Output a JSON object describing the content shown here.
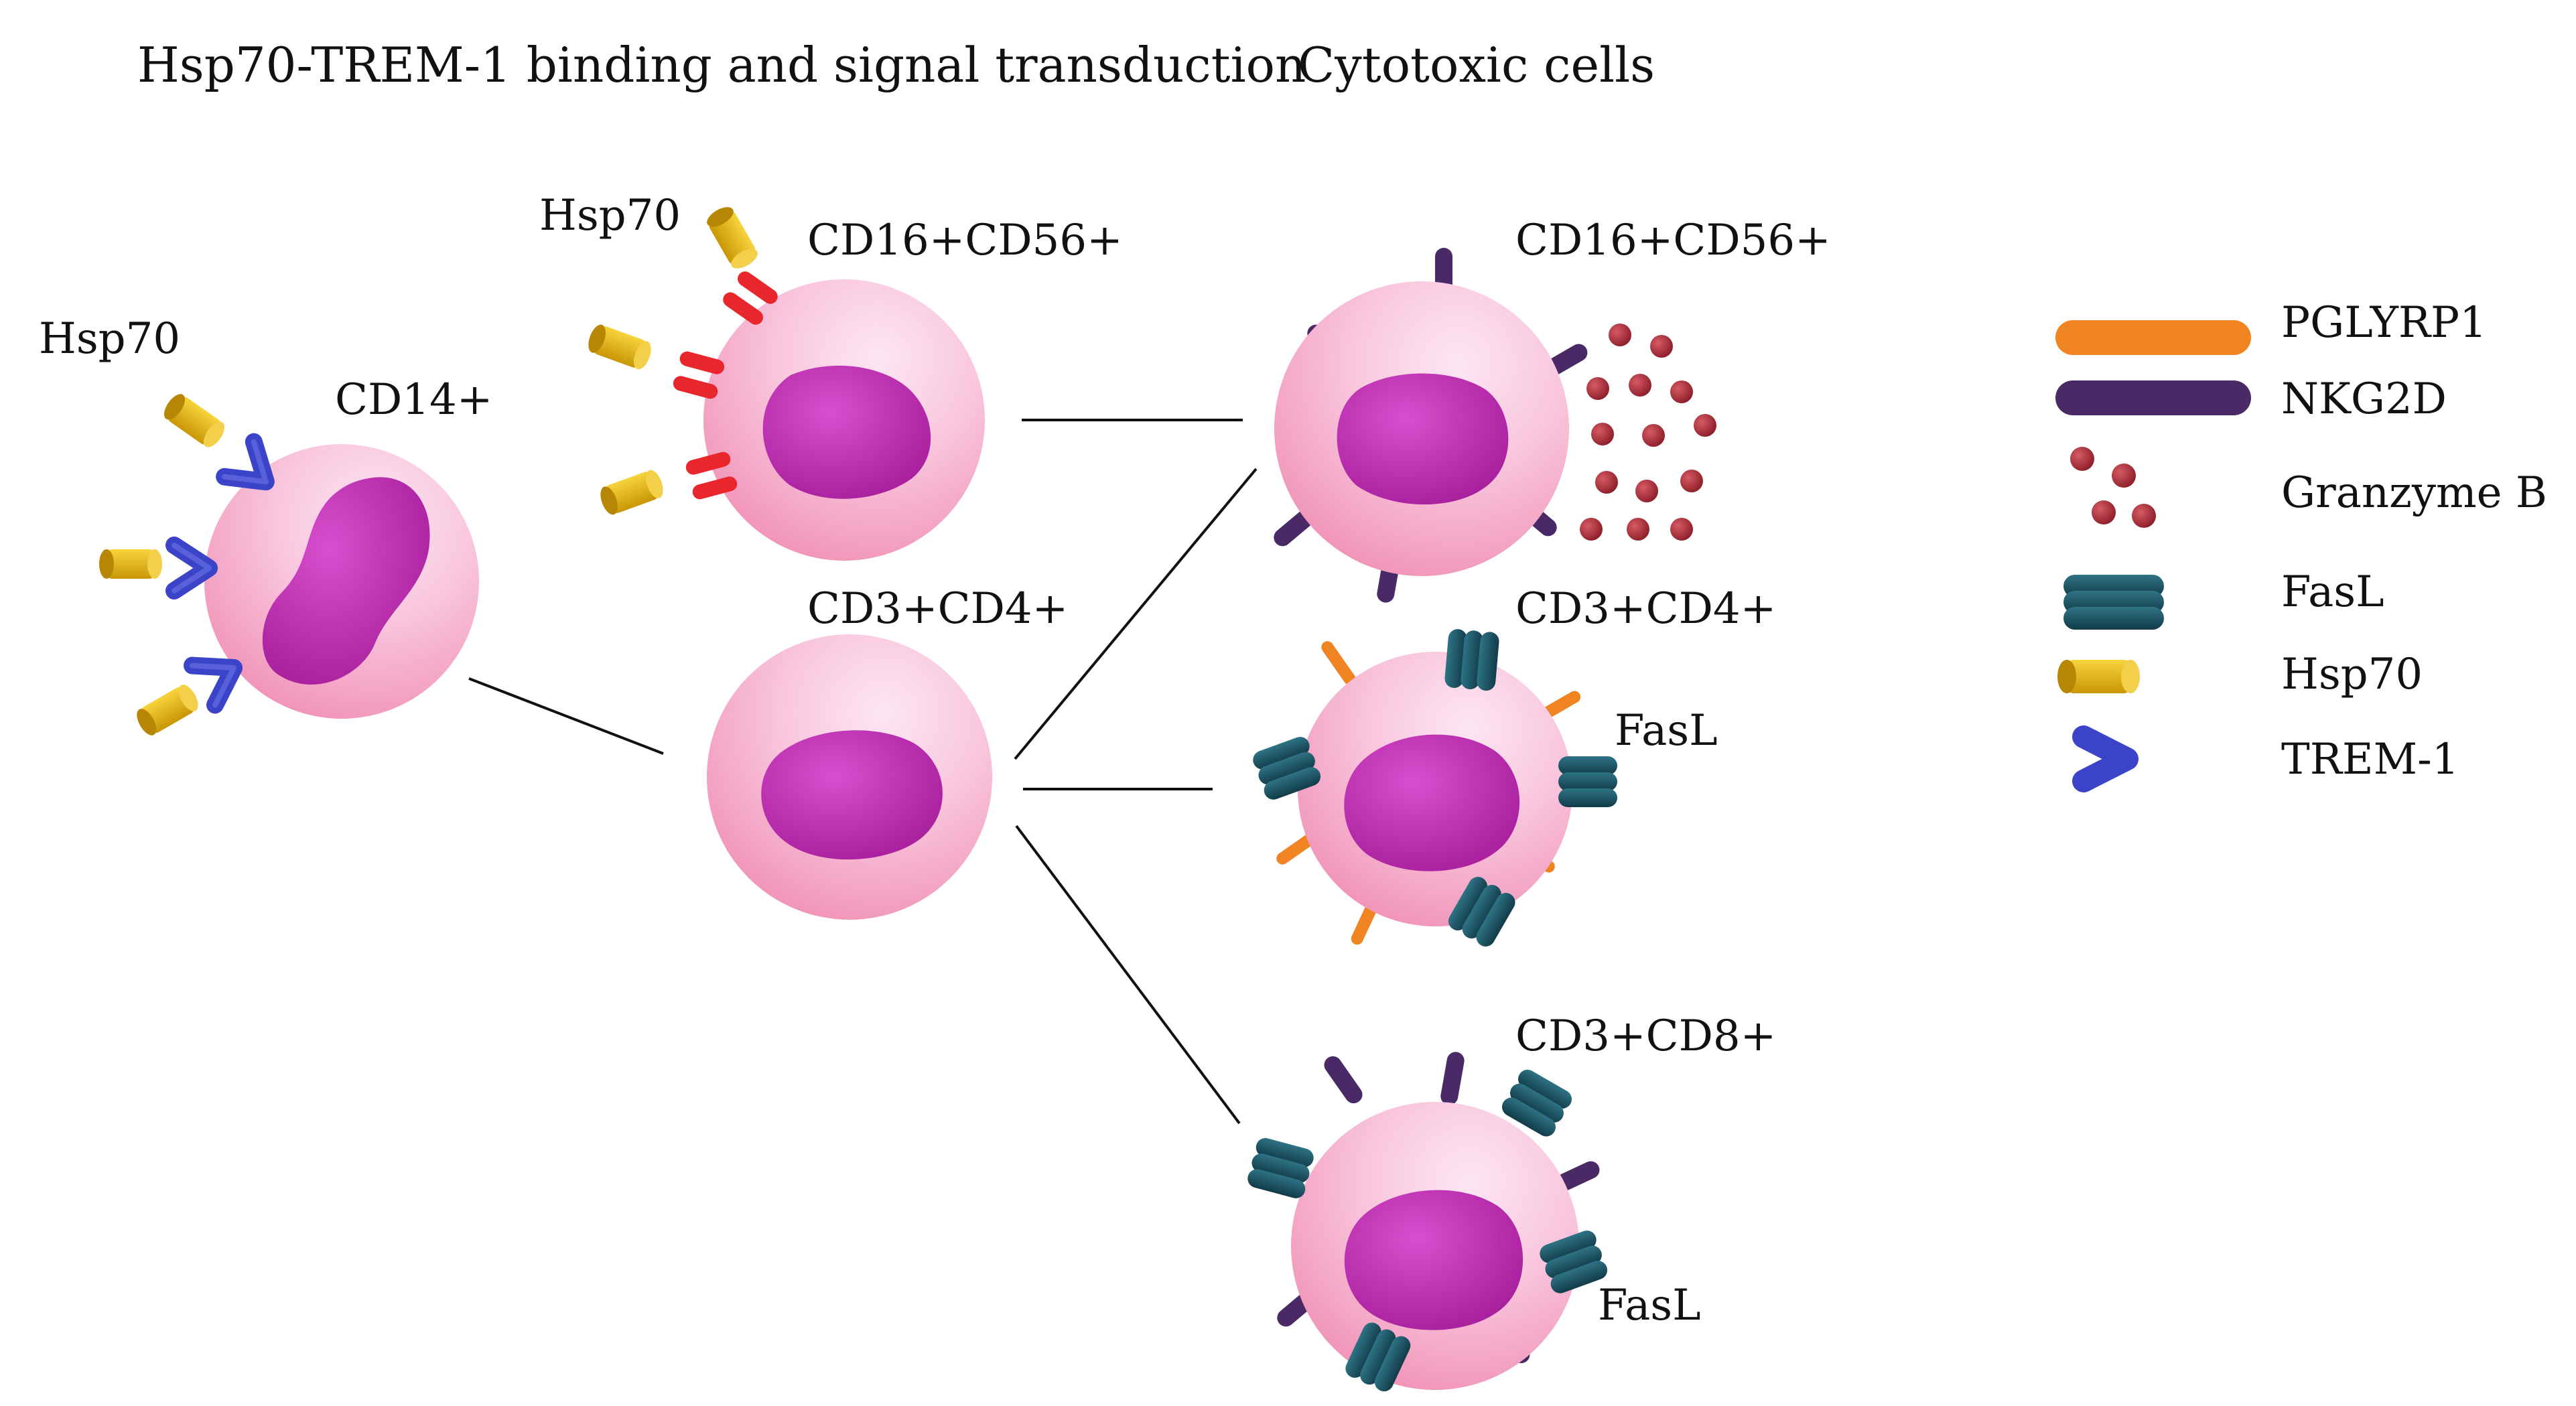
{
  "headings": {
    "left": "Hsp70-TREM-1 binding and signal transduction",
    "right": "Cytotoxic cells"
  },
  "cells": {
    "cd14": {
      "label": "CD14+",
      "hsp70_label": "Hsp70"
    },
    "nk_left": {
      "label": "CD16+CD56+",
      "hsp70_label": "Hsp70"
    },
    "cd4_left": {
      "label": "CD3+CD4+"
    },
    "nk_right": {
      "label": "CD16+CD56+"
    },
    "cd4_right": {
      "label": "CD3+CD4+",
      "fasl_label": "FasL"
    },
    "cd8_right": {
      "label": "CD3+CD8+",
      "fasl_label": "FasL"
    }
  },
  "legend": [
    {
      "label": "PGLYRP1",
      "icon": "pglyrp1-icon"
    },
    {
      "label": "NKG2D",
      "icon": "nkg2d-icon"
    },
    {
      "label": "Granzyme B",
      "icon": "granzyme-b-icon"
    },
    {
      "label": "FasL",
      "icon": "fasl-icon"
    },
    {
      "label": "Hsp70",
      "icon": "hsp70-icon"
    },
    {
      "label": "TREM-1",
      "icon": "trem1-icon"
    }
  ],
  "colors": {
    "cell_body": "#f7bfd9",
    "nucleus": "#c531b8",
    "hsp70": "#e8b70c",
    "trem1": "#3b44c8",
    "red_receptor": "#e8262c",
    "nkg2d": "#4a2a66",
    "pglyrp1": "#f08322",
    "fasl": "#1e5566",
    "granzyme_b": "#b02a35"
  }
}
